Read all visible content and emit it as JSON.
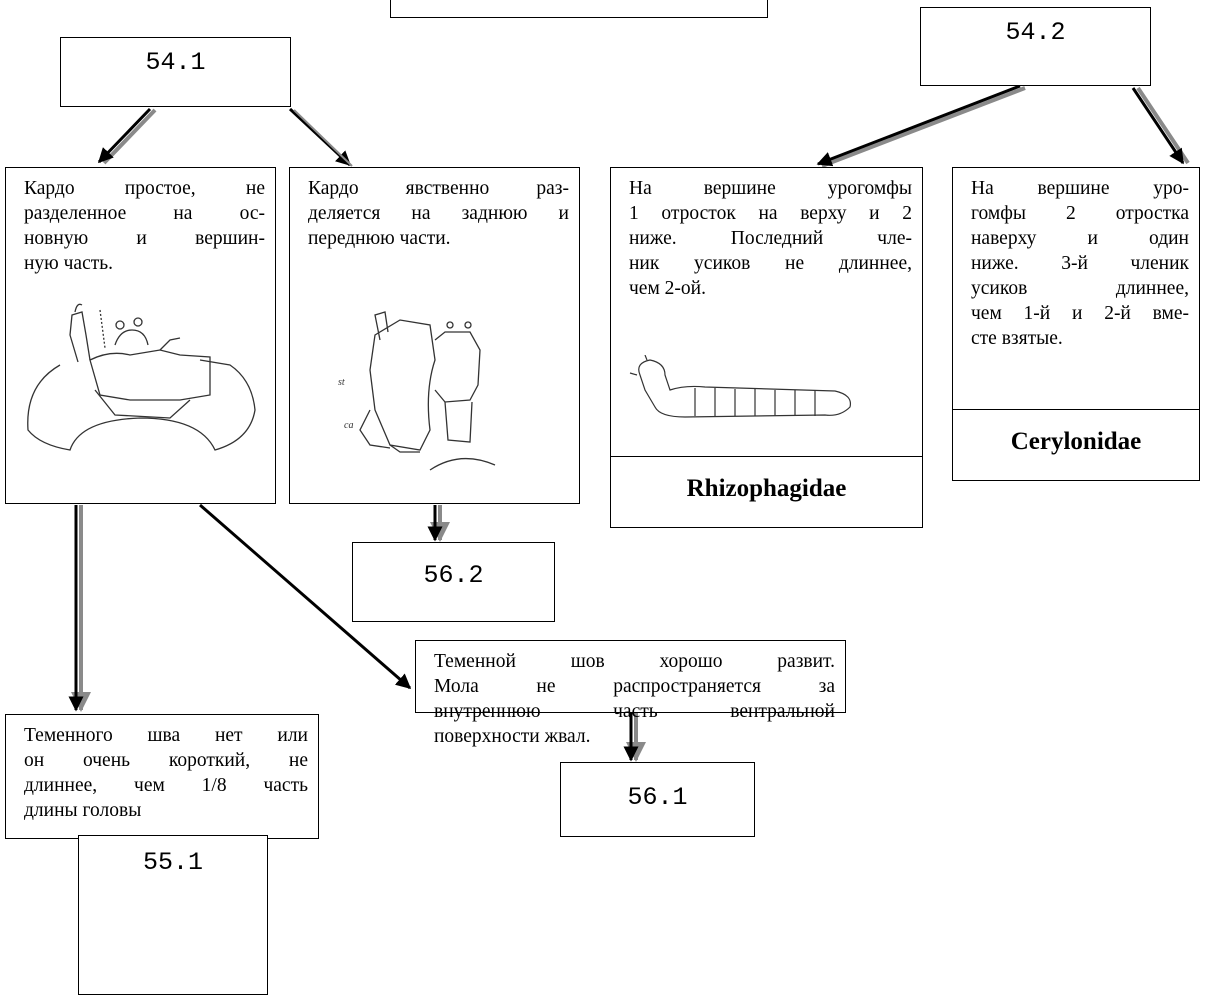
{
  "nodes": {
    "top_fragment": "",
    "n541": "54.1",
    "n542": "54.2",
    "a_text": [
      "Кардо простое, не",
      "разделенное на ос-",
      "новную и вершин-",
      "ную часть."
    ],
    "b_text": [
      "Кардо явственно раз-",
      "деляется на заднюю и",
      "переднюю части."
    ],
    "c_text": [
      "На вершине урогомфы",
      "1 отросток на верху и 2",
      "ниже. Последний чле-",
      "ник усиков не длиннее,",
      "чем 2-ой."
    ],
    "d_text": [
      "На вершине уро-",
      "гомфы 2 отростка",
      "наверху и один",
      "ниже. 3-й членик",
      "усиков длиннее,",
      "чем 1-й и 2-й вме-",
      "сте взятые."
    ],
    "c_taxon": "Rhizophagidae",
    "d_taxon": "Cerylonidae",
    "n562": "56.2",
    "e_text": [
      "Теменного шва нет или",
      "он очень короткий, не",
      "длиннее, чем 1/8 часть",
      "длины головы"
    ],
    "f_text": [
      "Теменной шов хорошо развит.",
      "Мола не распространяется за",
      "внутреннюю часть вентральной",
      "поверхности жвал."
    ],
    "n551": "55.1",
    "n561": "56.1"
  },
  "figures": {
    "b_labels": {
      "st": "st",
      "ca": "ca"
    }
  },
  "colors": {
    "line": "#000000",
    "shadow": "#8a8a8a"
  }
}
